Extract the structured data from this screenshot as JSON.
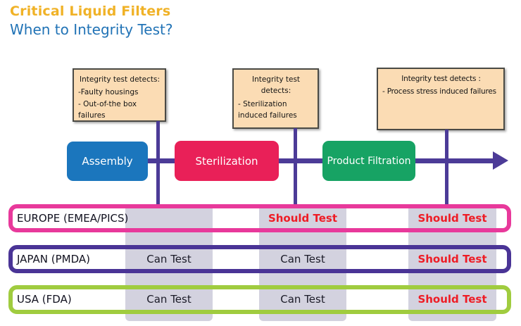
{
  "header": {
    "title": "Critical Liquid Filters",
    "subtitle": "When to Integrity Test?",
    "title_color": "#F0B227",
    "subtitle_color": "#2173B6"
  },
  "callouts": [
    {
      "heading": "Integrity test detects:",
      "items": [
        "-Faulty housings",
        "- Out-of-the box failures"
      ]
    },
    {
      "heading": "Integrity test detects:",
      "items": [
        "- Sterilization induced failures"
      ]
    },
    {
      "heading": "Integrity test detects :",
      "items": [
        "- Process stress induced failures"
      ]
    }
  ],
  "process": {
    "arrow_color": "#4C3B97",
    "steps": [
      {
        "label": "Assembly",
        "color": "#1B76BD"
      },
      {
        "label": "Sterilization",
        "color": "#E92058"
      },
      {
        "label": "Product Filtration",
        "color": "#17A364"
      }
    ]
  },
  "matrix": {
    "column_band_color": "#D3D2DF",
    "should_test_color": "#EE1C25",
    "can_test_color": "#1B1B28",
    "rows": [
      {
        "label": "EUROPE (EMEA/PICS)",
        "border_color": "#E8399B",
        "cells": [
          "",
          "Should Test",
          "Should Test"
        ]
      },
      {
        "label": "JAPAN (PMDA)",
        "border_color": "#4A3496",
        "cells": [
          "Can Test",
          "Can Test",
          "Should Test"
        ]
      },
      {
        "label": "USA (FDA)",
        "border_color": "#A0CC3F",
        "cells": [
          "Can Test",
          "Can Test",
          "Should Test"
        ]
      }
    ]
  }
}
